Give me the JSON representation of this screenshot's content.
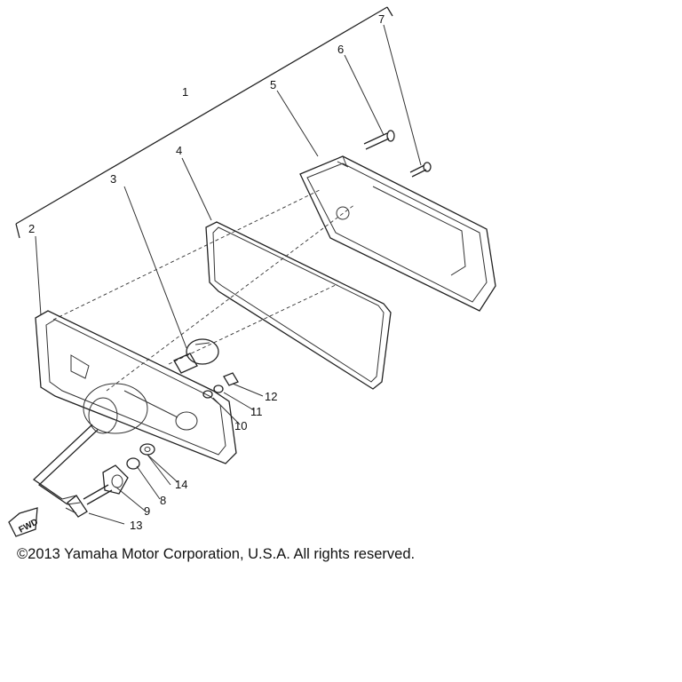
{
  "diagram": {
    "callouts": [
      "1",
      "2",
      "3",
      "4",
      "5",
      "6",
      "7",
      "8",
      "9",
      "10",
      "11",
      "12",
      "13",
      "14"
    ],
    "fwd_tag": "FWD"
  },
  "footer": {
    "copyright": "©2013 Yamaha Motor Corporation, U.S.A. All rights reserved."
  }
}
